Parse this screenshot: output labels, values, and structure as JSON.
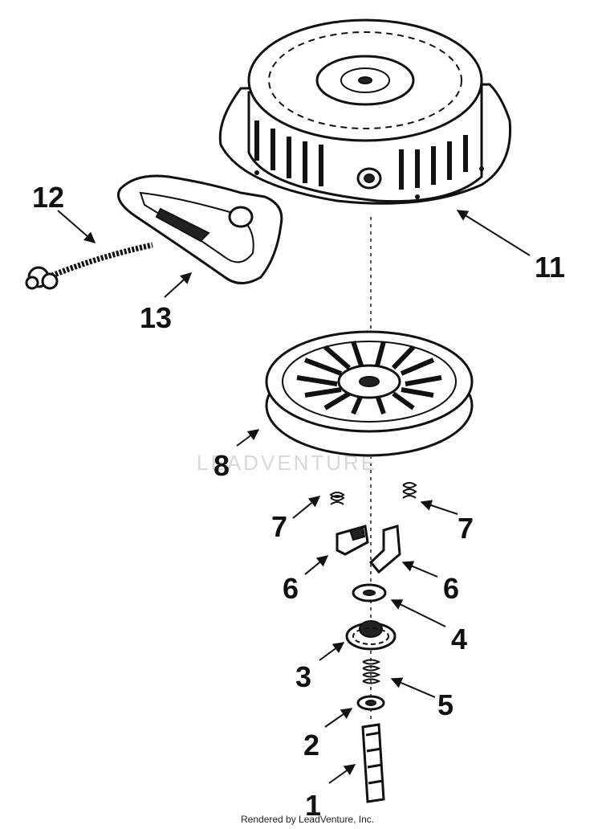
{
  "diagram": {
    "callouts": {
      "c1": "1",
      "c2": "2",
      "c3": "3",
      "c4": "4",
      "c5": "5",
      "c6a": "6",
      "c6b": "6",
      "c7a": "7",
      "c7b": "7",
      "c8": "8",
      "c11": "11",
      "c12": "12",
      "c13": "13"
    },
    "watermark": "LEADVENTURE",
    "credit": "Rendered by LeadVenture, Inc."
  }
}
